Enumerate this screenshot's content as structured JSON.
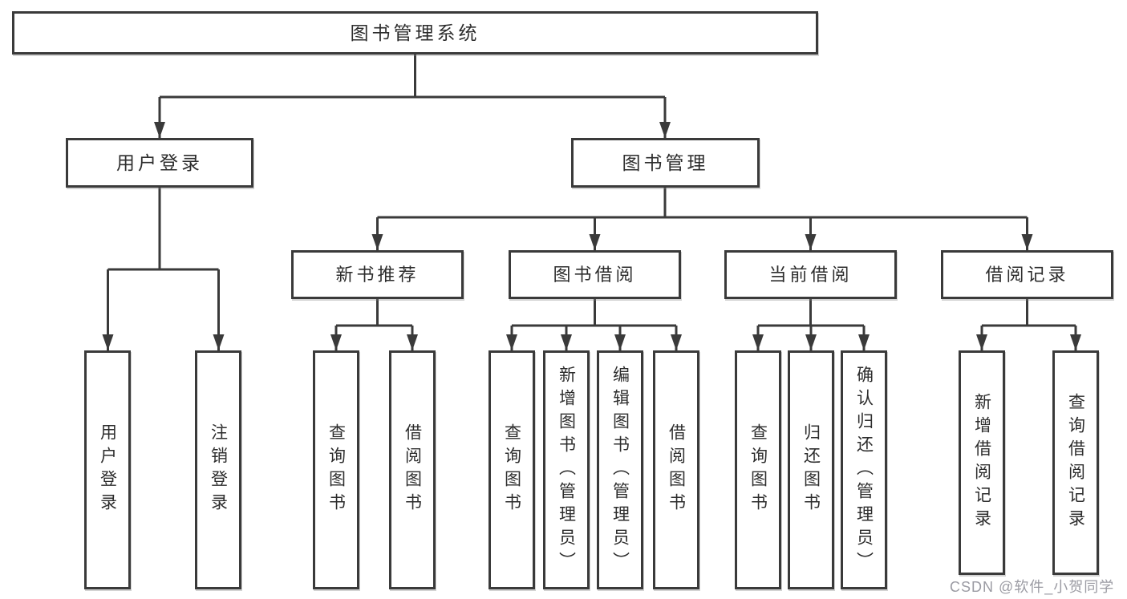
{
  "diagram": {
    "root": {
      "label": "图书管理系统"
    },
    "branches": [
      {
        "label": "用户登录",
        "children": [
          {
            "label": "用户登录"
          },
          {
            "label": "注销登录"
          }
        ]
      },
      {
        "label": "图书管理",
        "children": [
          {
            "label": "新书推荐",
            "children": [
              {
                "label": "查询图书"
              },
              {
                "label": "借阅图书"
              }
            ]
          },
          {
            "label": "图书借阅",
            "children": [
              {
                "label": "查询图书"
              },
              {
                "label": "新增图书（管理员）"
              },
              {
                "label": "编辑图书（管理员）"
              },
              {
                "label": "借阅图书"
              }
            ]
          },
          {
            "label": "当前借阅",
            "children": [
              {
                "label": "查询图书"
              },
              {
                "label": "归还图书"
              },
              {
                "label": "确认归还（管理员）"
              }
            ]
          },
          {
            "label": "借阅记录",
            "children": [
              {
                "label": "新增借阅记录"
              },
              {
                "label": "查询借阅记录"
              }
            ]
          }
        ]
      }
    ],
    "watermark": "CSDN @软件_小贺同学"
  },
  "colors": {
    "line": "#3a3a3a",
    "text": "#2d2d2d",
    "watermark": "#9b9ba3",
    "background": "#ffffff"
  }
}
